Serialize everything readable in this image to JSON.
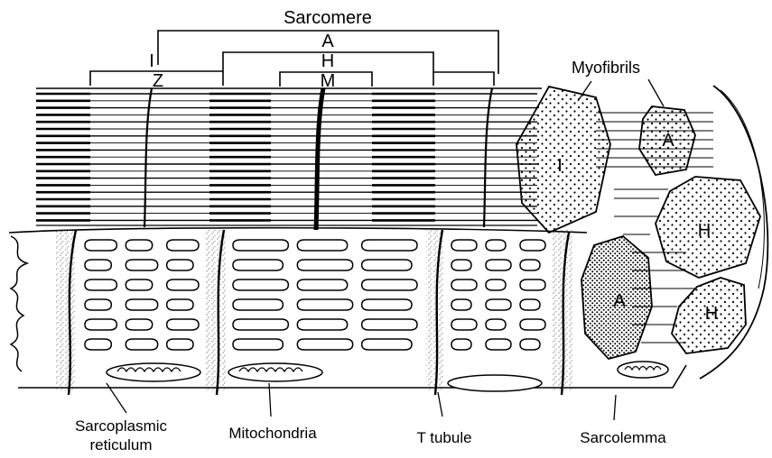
{
  "diagram": {
    "bracket_labels": {
      "sarcomere": "Sarcomere",
      "a_band": "A",
      "h_zone": "H",
      "m_line": "M",
      "i_band": "I",
      "z_line": "Z"
    },
    "callouts": {
      "myofibrils": "Myofibrils",
      "sarcoplasmic_line1": "Sarcoplasmic",
      "sarcoplasmic_line2": "reticulum",
      "mitochondria": "Mitochondria",
      "t_tubule": "T tubule",
      "sarcolemma": "Sarcolemma"
    },
    "cross_sections": {
      "i_band": "I",
      "a_band": "A",
      "h_zone_upper": "H",
      "h_zone_lower": "H",
      "a_band_reticulum": "A"
    }
  }
}
